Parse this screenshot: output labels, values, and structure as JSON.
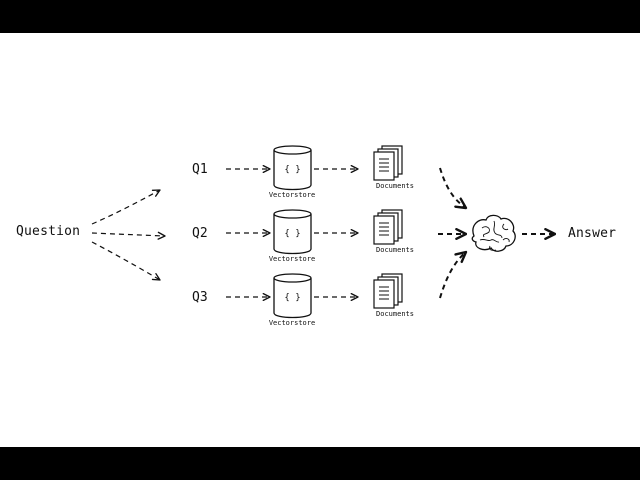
{
  "diagram": {
    "input_label": "Question",
    "output_label": "Answer",
    "queries": [
      {
        "label": "Q1",
        "store_label": "Vectorstore",
        "store_glyph": "{ }",
        "docs_label": "Documents"
      },
      {
        "label": "Q2",
        "store_label": "Vectorstore",
        "store_glyph": "{ }",
        "docs_label": "Documents"
      },
      {
        "label": "Q3",
        "store_label": "Vectorstore",
        "store_glyph": "{ }",
        "docs_label": "Documents"
      }
    ],
    "icons": {
      "store": "database-icon",
      "docs": "documents-icon",
      "llm": "brain-icon"
    },
    "colors": {
      "ink": "#111111",
      "background": "#ffffff",
      "letterbox": "#000000"
    }
  }
}
